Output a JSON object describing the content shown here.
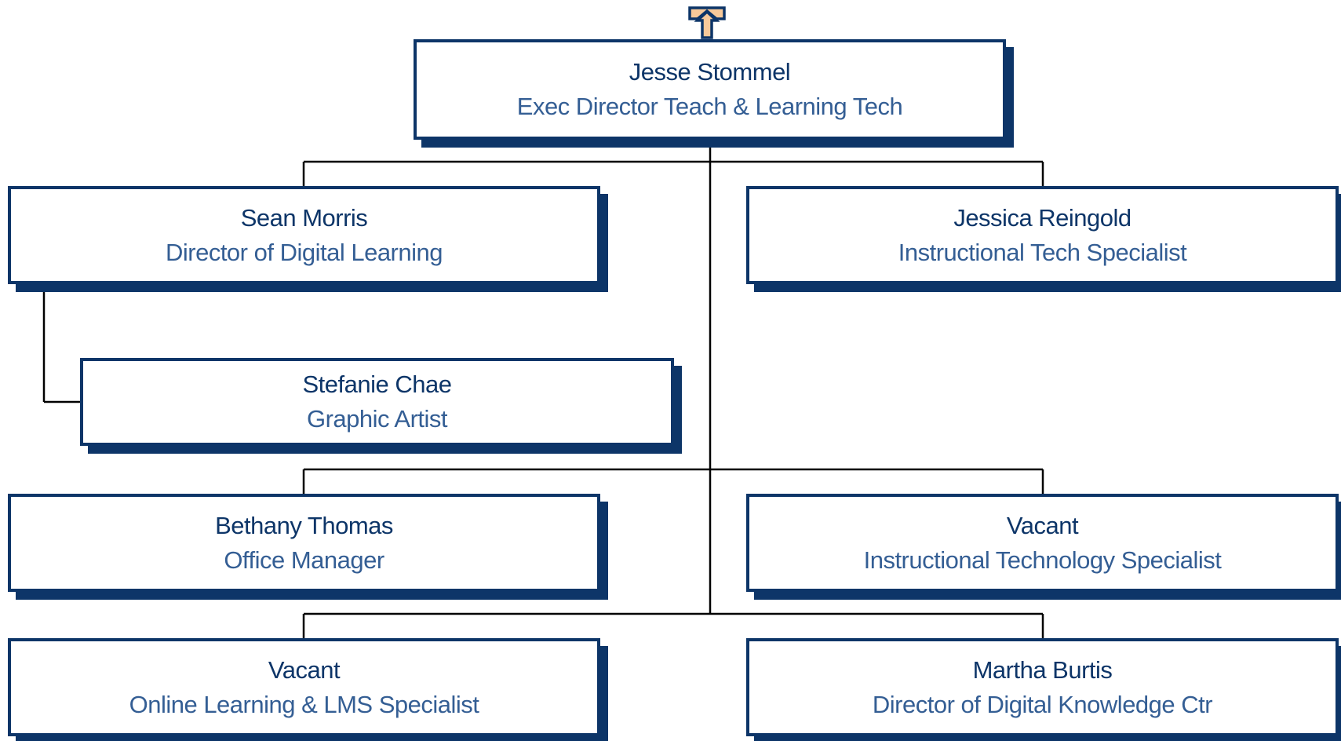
{
  "root": {
    "name": "Jesse Stommel",
    "title": "Exec Director Teach & Learning Tech"
  },
  "nodes": {
    "sean": {
      "name": "Sean Morris",
      "title": "Director of Digital Learning"
    },
    "jessica": {
      "name": "Jessica Reingold",
      "title": "Instructional Tech Specialist"
    },
    "stefanie": {
      "name": "Stefanie Chae",
      "title": "Graphic Artist"
    },
    "bethany": {
      "name": "Bethany Thomas",
      "title": "Office Manager"
    },
    "vacant1": {
      "name": "Vacant",
      "title": "Instructional Technology Specialist"
    },
    "vacant2": {
      "name": "Vacant",
      "title": "Online Learning & LMS Specialist"
    },
    "martha": {
      "name": "Martha Burtis",
      "title": "Director of Digital Knowledge Ctr"
    }
  },
  "reporting": [
    {
      "manager": "root",
      "reports": [
        "sean",
        "jessica",
        "bethany",
        "vacant1",
        "vacant2",
        "martha"
      ]
    },
    {
      "manager": "sean",
      "reports": [
        "stefanie"
      ]
    }
  ],
  "colors": {
    "box_border": "#0d3568",
    "name_text": "#0d3568",
    "title_text": "#345e94",
    "connector": "#000000",
    "arrow_fill": "#f7c99a"
  },
  "icons": {
    "up_arrow": "up-arrow-icon"
  }
}
